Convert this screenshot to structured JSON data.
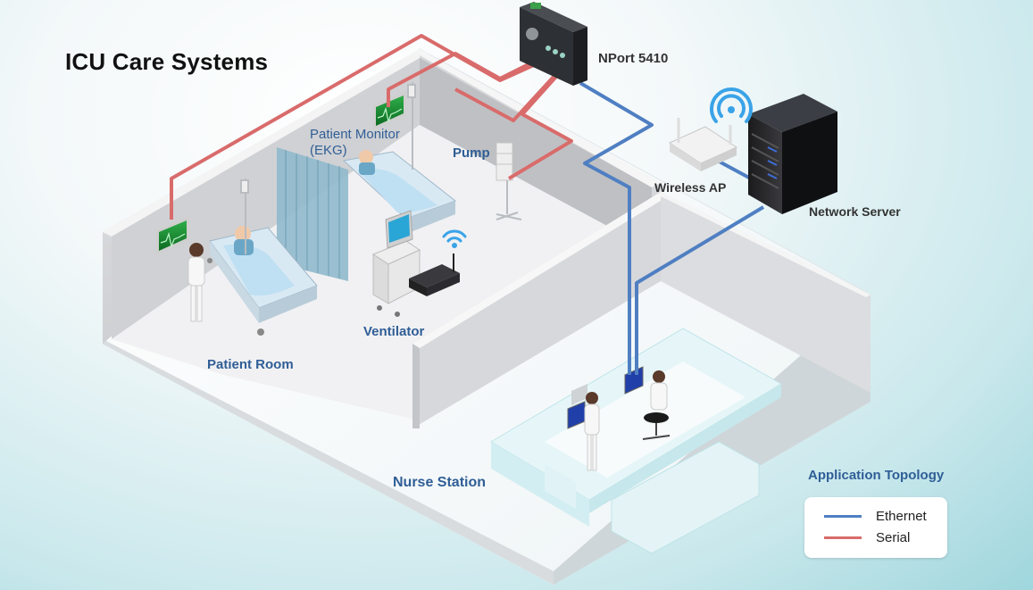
{
  "title": "ICU Care Systems",
  "labels": {
    "nport": "NPort 5410",
    "wireless_ap": "Wireless AP",
    "network_server": "Network Server",
    "patient_monitor_line1": "Patient Monitor",
    "patient_monitor_line2": "(EKG)",
    "pump": "Pump",
    "ventilator": "Ventilator",
    "patient_room": "Patient Room",
    "nurse_station": "Nurse Station"
  },
  "legend": {
    "title": "Application Topology",
    "items": [
      {
        "label": "Ethernet",
        "color": "#4f7fc2"
      },
      {
        "label": "Serial",
        "color": "#d96b6b"
      }
    ]
  },
  "colors": {
    "ethernet": "#4f7fc2",
    "serial": "#d96b6b",
    "label_blue": "#2f5e96"
  }
}
